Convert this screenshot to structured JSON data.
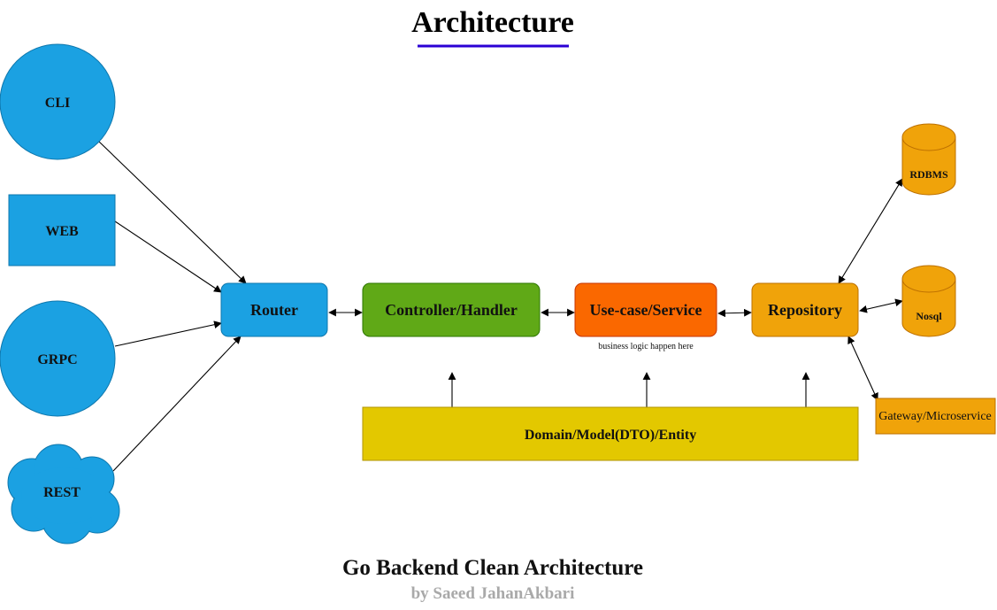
{
  "title": "Architecture",
  "colors": {
    "client_blue": "#1ba1e2",
    "client_stroke": "#0e77ad",
    "controller_green": "#60a917",
    "controller_stroke": "#2d7600",
    "service_orange": "#fa6800",
    "service_stroke": "#c73500",
    "repo_amber": "#f0a30a",
    "repo_stroke": "#bd7000",
    "domain_yellow": "#e3c800",
    "domain_stroke": "#b09500",
    "title_underline": "#2b00d4"
  },
  "clients": {
    "cli": "CLI",
    "web": "WEB",
    "grpc": "GRPC",
    "rest": "REST"
  },
  "layers": {
    "router": "Router",
    "controller": "Controller/Handler",
    "service": "Use-case/Service",
    "service_note": "business logic happen here",
    "repository": "Repository",
    "domain": "Domain/Model(DTO)/Entity"
  },
  "storage": {
    "rdbms": "RDBMS",
    "nosql": "Nosql",
    "gateway": "Gateway/Microservice"
  },
  "footer": {
    "title": "Go Backend Clean Architecture",
    "author": "by Saeed JahanAkbari"
  }
}
